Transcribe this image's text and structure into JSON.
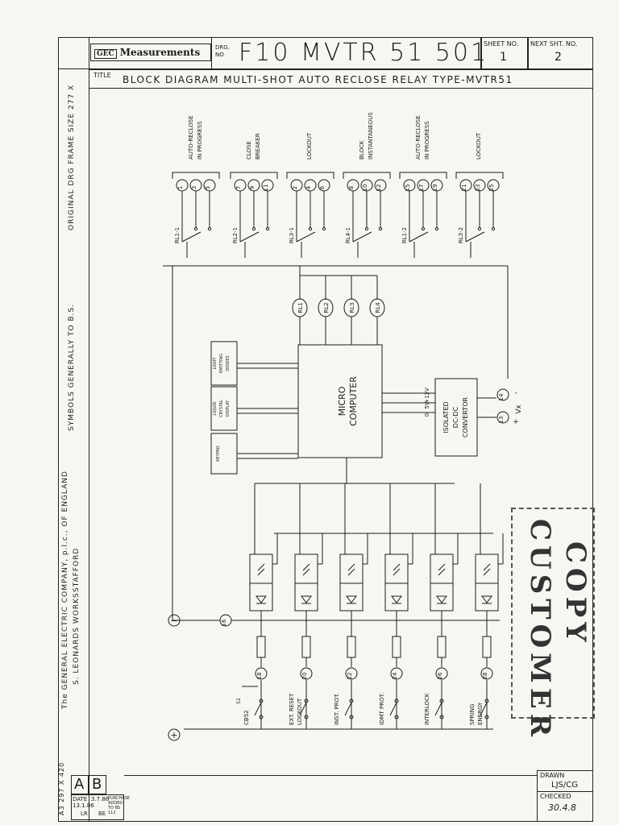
{
  "header": {
    "company": "Measurements",
    "company_badge": "GEC",
    "drg_label": "DRG. NO",
    "drawing_number": "F10 MVTR 51 501",
    "sheet_label": "SHEET NO.",
    "sheet_value": "1",
    "next_sheet_label": "NEXT SHT. NO.",
    "next_sheet_value": "2",
    "title_label": "TITLE",
    "title": "BLOCK DIAGRAM MULTI-SHOT AUTO RECLOSE RELAY TYPE-MVTR51"
  },
  "margin": {
    "frame_size": "ORIGINAL DRG FRAME SIZE 277 X",
    "symbols_note": "SYMBOLS GENERALLY TO B.S.",
    "company_line": "The GENERAL ELECTRIC COMPANY, p.l.c., OF ENGLAND",
    "works": "S. LEONARDS WORKS",
    "location": "STAFFORD",
    "sheet_size": "A3 297 X 420"
  },
  "revision": {
    "rev_a": "A",
    "rev_b": "B",
    "date_a": "DATE 13.1.86",
    "by_a": "LR",
    "date_b": "3.7.86",
    "by_b": "BE",
    "note_b": "PURCHASE ADDED TO BS 112"
  },
  "approvals": {
    "drawn_label": "DRAWN",
    "drawn_value": "LJS/CG",
    "checked_label": "CHECKED",
    "checked_value": "30.4.8"
  },
  "stamp": {
    "line1": "CUSTOMER",
    "line2": "COPY"
  },
  "diagram": {
    "relay_groups": [
      {
        "label": "RL1-1",
        "terminals": [
          "1",
          "3",
          "5"
        ],
        "function": [
          "AUTO-RECLOSE",
          "IN PROGRESS"
        ]
      },
      {
        "label": "RL2-1",
        "terminals": [
          "7",
          "9",
          "11"
        ],
        "function": [
          "CLOSE",
          "BREAKER"
        ]
      },
      {
        "label": "RL3-1",
        "terminals": [
          "2",
          "4",
          "6"
        ],
        "function": [
          "LOCKOUT"
        ]
      },
      {
        "label": "RL4-1",
        "terminals": [
          "8",
          "10",
          "12"
        ],
        "function": [
          "BLOCK",
          "INSTANTANEOUS"
        ]
      },
      {
        "label": "RL1-2",
        "terminals": [
          "15",
          "17",
          "19"
        ],
        "function": [
          "AUTO-RECLOSE",
          "IN PROGRESS"
        ]
      },
      {
        "label": "RL3-2",
        "terminals": [
          "21",
          "23",
          "25"
        ],
        "function": [
          "LOCKOUT"
        ]
      }
    ],
    "coils": [
      "RL1",
      "RL2",
      "RL3",
      "RL4"
    ],
    "peripherals": [
      [
        "LIGHT",
        "EMITTING",
        "DIODES"
      ],
      [
        "LIQUID",
        "CRYSTAL",
        "DISPLAY"
      ],
      [
        "KEYPAD"
      ]
    ],
    "micro_computer": [
      "MICRO",
      "COMPUTER"
    ],
    "converter": [
      "ISOLATED",
      "DC-DC",
      "CONVERTOR"
    ],
    "rails": [
      "+12V",
      "5V",
      "0"
    ],
    "supply_terminals": [
      "13",
      "14"
    ],
    "supply_label": "Vx",
    "supply_plus": "+",
    "supply_minus": "-",
    "common_terminal": "16",
    "input_terminals": [
      "18",
      "20",
      "22",
      "24",
      "26",
      "28"
    ],
    "input_labels": [
      [
        "CB52"
      ],
      [
        "EXT. RESET",
        "LOCKOUT"
      ],
      [
        "INST. PROT."
      ],
      [
        "IDMT PROT."
      ],
      [
        "INTERLOCK"
      ],
      [
        "SPRING",
        "ENERGY"
      ]
    ],
    "cb_aux": "52",
    "neg_symbol": "−",
    "pos_symbol": "+"
  }
}
